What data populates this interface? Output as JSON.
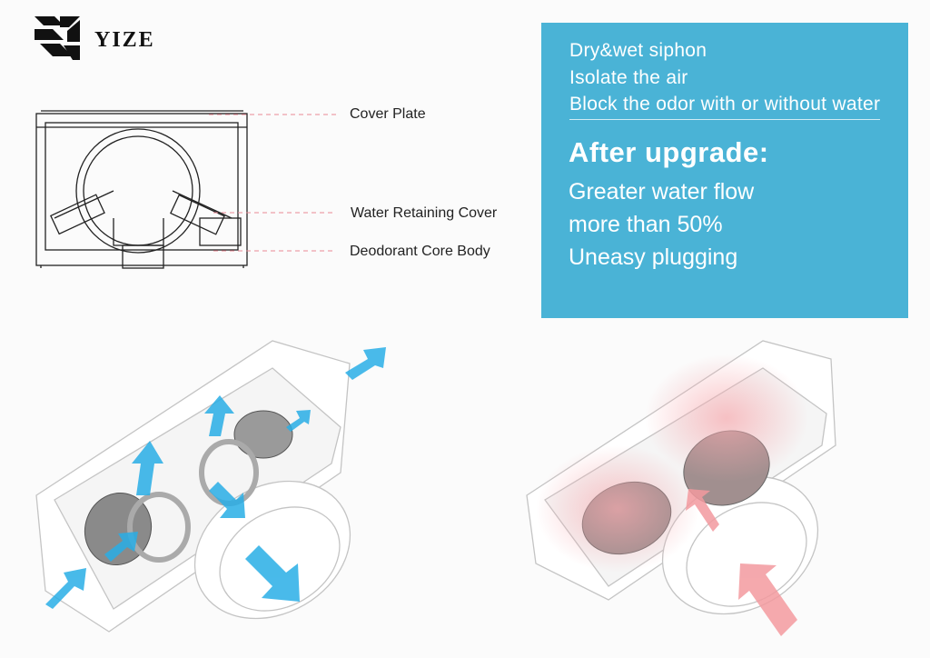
{
  "brand": {
    "name": "YIZE",
    "logo_icon": "yize-logo-icon"
  },
  "diagram": {
    "callouts": [
      "Cover Plate",
      "Water Retaining Cover",
      "Deodorant Core Body"
    ]
  },
  "info_panel": {
    "features": [
      "Dry&wet siphon",
      "Isolate the air",
      "Block the odor with or without water"
    ],
    "upgrade_title": "After upgrade:",
    "upgrade_points": [
      "Greater water flow",
      "more than 50%",
      "Uneasy plugging"
    ]
  },
  "colors": {
    "panel": "#4ab3d6",
    "flow_arrow": "#29aee6",
    "odor_arrow": "#f39a9f",
    "callout_line": "#e88a96"
  }
}
